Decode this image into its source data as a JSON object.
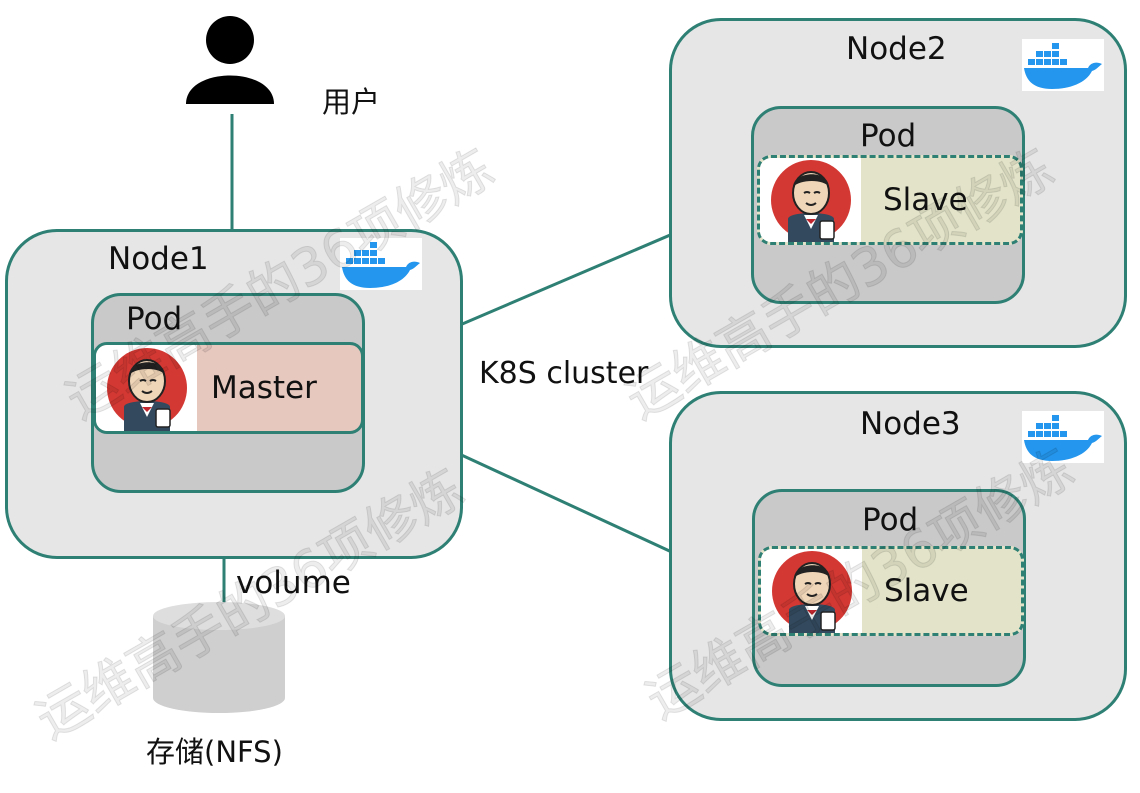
{
  "user": {
    "label": "用户",
    "icon": "user-icon"
  },
  "nodes": {
    "node1": {
      "label": "Node1",
      "pod": {
        "label": "Pod",
        "container": "Master"
      }
    },
    "node2": {
      "label": "Node2",
      "pod": {
        "label": "Pod",
        "container": "Slave"
      }
    },
    "node3": {
      "label": "Node3",
      "pod": {
        "label": "Pod",
        "container": "Slave"
      }
    }
  },
  "cluster_label": "K8S cluster",
  "volume_label": "volume",
  "storage_label": "存储(NFS)",
  "watermark": "运维高手的36项修炼",
  "icons": {
    "runtime": "docker-whale-icon",
    "agent": "jenkins-butler-icon",
    "storage": "storage-cylinder-icon"
  },
  "colors": {
    "border": "#2e7f74",
    "node_fill": "#e6e6e6",
    "pod_fill": "#c9c9c9",
    "master_fill": "#e6c8bf",
    "slave_fill": "#e2e3c8",
    "docker_blue": "#2496ed",
    "jenkins_red": "#d33833"
  }
}
